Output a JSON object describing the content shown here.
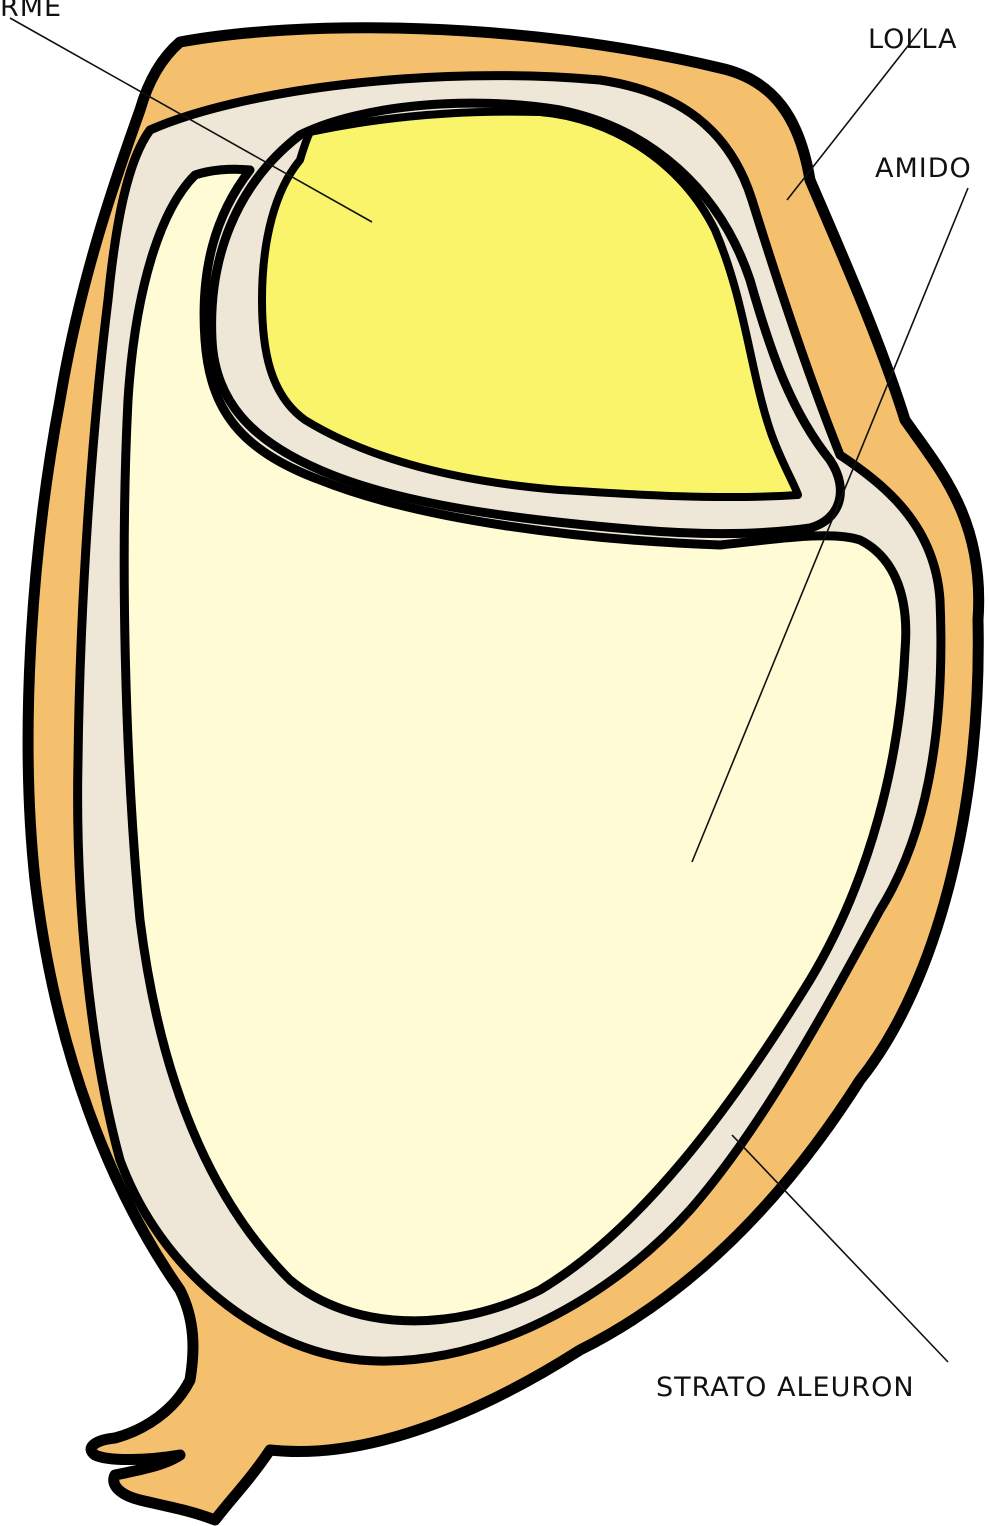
{
  "labels": {
    "germe": "RME",
    "lolla": "LOLLA",
    "amido": "AMIDO",
    "strato_aleurone": "STRATO ALEURON"
  },
  "colors": {
    "husk": "#F5C06E",
    "aleurone": "#EEE6D6",
    "endosperm": "#FFFBD4",
    "germ": "#F9F46A",
    "outline": "#000000",
    "leader_line": "#111111"
  }
}
